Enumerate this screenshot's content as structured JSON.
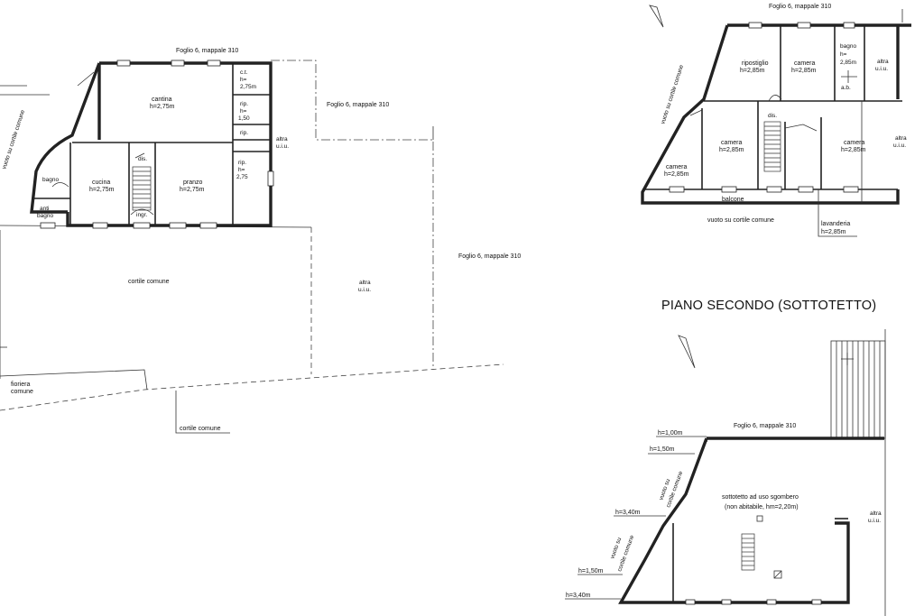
{
  "ground_floor": {
    "parcel_top": "Foglio 6, mappale 310",
    "parcel_right": "Foglio 6, mappale 310",
    "parcel_far": "Foglio 6, mappale 310",
    "cantina": "cantina",
    "cantina_h": "h=2,75m",
    "ct": "c.t.",
    "ct_h1": "h=",
    "ct_h2": "2,75m",
    "rip1": "rip.",
    "rip1_h1": "h=",
    "rip1_h2": "1,50",
    "rip2": "rip.",
    "rip3": "rip.",
    "rip3_h1": "h=",
    "rip3_h2": "2,75",
    "altra": "altra",
    "uiu": "u.i.u.",
    "altra2": "altra",
    "uiu2": "u.i.u.",
    "dis": "dis.",
    "cucina": "cucina",
    "cucina_h": "h=2,75m",
    "pranzo": "pranzo",
    "pranzo_h": "h=2,75m",
    "bagno": "bagno",
    "antibagno1": "anti",
    "antibagno2": "bagno",
    "ingr": "ingr.",
    "cortile": "cortile comune",
    "cortile2": "cortile comune",
    "fioriera1": "fioriera",
    "fioriera2": "comune",
    "vuoto_left": "vuoto su cortile comune"
  },
  "first_floor": {
    "parcel": "Foglio 6, mappale 310",
    "vuoto_diag": "vuoto su cortile comune",
    "ripostiglio": "ripostiglio",
    "ripostiglio_h": "h=2,85m",
    "camera1": "camera",
    "camera1_h": "h=2,85m",
    "bagno": "bagno",
    "bagno_h1": "h=",
    "bagno_h2": "2,85m",
    "altra": "altra",
    "uiu": "u.i.u.",
    "ab": "a.b.",
    "dis": "dis.",
    "camera2": "camera",
    "camera2_h": "h=2,85m",
    "camera3": "camera",
    "camera3_h": "h=2,85m",
    "camera4": "camera",
    "camera4_h": "h=2,85m",
    "altra2": "altra",
    "uiu2": "u.i.u.",
    "balcone": "balcone",
    "vuoto_bottom": "vuoto su cortile comune",
    "lavanderia": "lavanderia",
    "lavanderia_h": "h=2,85m"
  },
  "second_floor": {
    "title": "PIANO SECONDO (SOTTOTETTO)",
    "parcel": "Foglio 6, mappale 310",
    "h100": "h=1,00m",
    "h150a": "h=1,50m",
    "h340a": "h=3,40m",
    "h150b": "h=1,50m",
    "h340b": "h=3,40m",
    "vuoto1a": "vuoto su",
    "vuoto1b": "cortile comune",
    "vuoto2a": "vuoto su",
    "vuoto2b": "cortile comune",
    "sottotetto1": "sottotetto ad uso sgombero",
    "sottotetto2": "(non abitabile, hm=2,20m)",
    "altra": "altra",
    "uiu": "u.i.u."
  }
}
